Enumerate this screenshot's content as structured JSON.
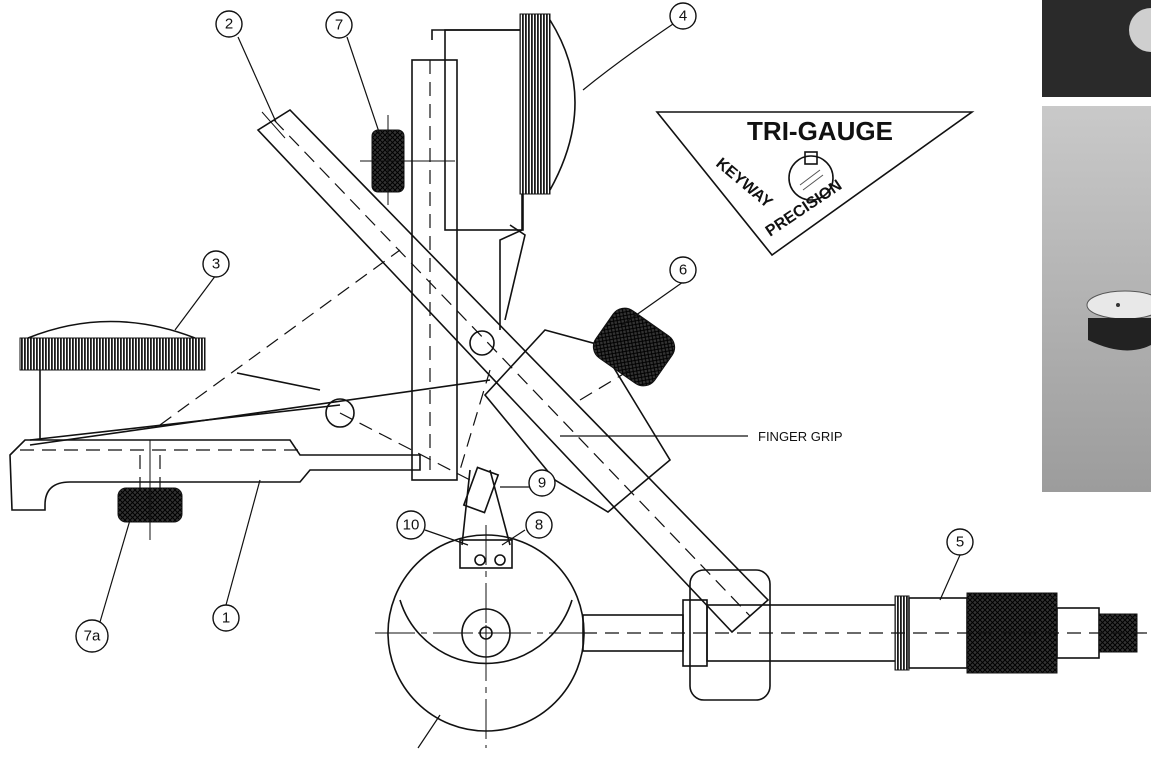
{
  "callouts": [
    {
      "id": "1",
      "label": "1"
    },
    {
      "id": "2",
      "label": "2"
    },
    {
      "id": "3",
      "label": "3"
    },
    {
      "id": "4",
      "label": "4"
    },
    {
      "id": "5",
      "label": "5"
    },
    {
      "id": "6",
      "label": "6"
    },
    {
      "id": "7",
      "label": "7"
    },
    {
      "id": "7a",
      "label": "7a"
    },
    {
      "id": "8",
      "label": "8"
    },
    {
      "id": "9",
      "label": "9"
    },
    {
      "id": "10",
      "label": "10"
    }
  ],
  "annotation": {
    "finger_grip": "FINGER GRIP"
  },
  "logo": {
    "title": "TRI-GAUGE",
    "left_word": "KEYWAY",
    "right_word": "PRECISION"
  },
  "colors": {
    "line": "#111111",
    "knurl": "#1a1a1a",
    "photo_dark": "#2a2a2a",
    "photo_light": "#bdbdbd"
  }
}
